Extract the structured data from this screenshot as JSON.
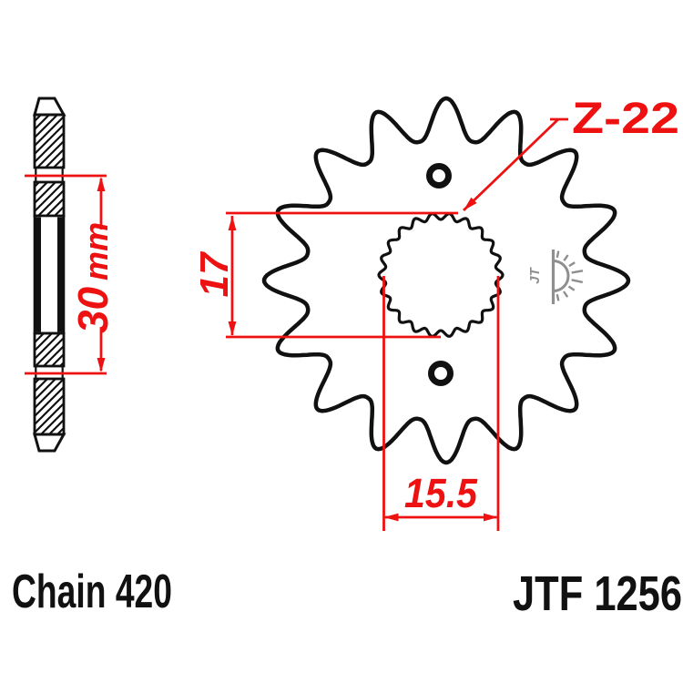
{
  "footer": {
    "chain_label": "Chain 420",
    "part_number": "JTF 1256"
  },
  "dimensions": {
    "teeth_count_label": "Z-22",
    "spline_outer_label": "17",
    "spline_width_label": "15.5",
    "hub_length_value": "30",
    "hub_length_unit": "mm"
  },
  "logo": {
    "text": "JT"
  },
  "colors": {
    "dimension_red": "#ee1111",
    "line_black": "#111111",
    "logo_gray": "#8f8f8f"
  }
}
